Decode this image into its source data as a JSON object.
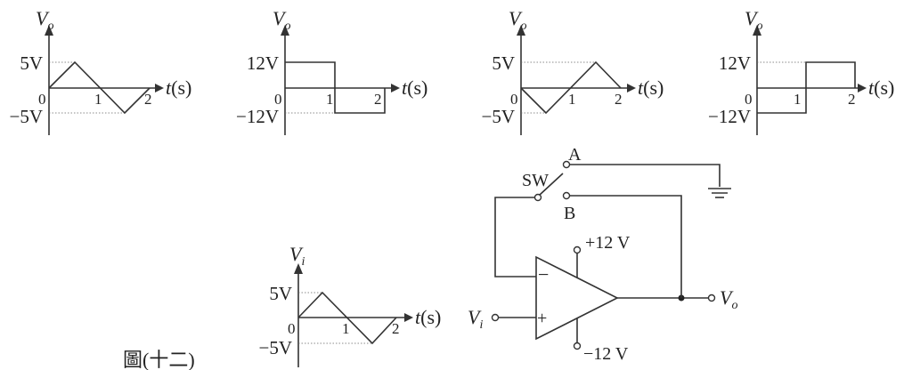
{
  "graphs": [
    {
      "id": "vo1",
      "ylabel": "V",
      "ysub": "o",
      "xlabel": "t",
      "xunit": "(s)",
      "origin": "0",
      "x1": "1",
      "x2": "2",
      "ypos": "5V",
      "yneg": "−5V",
      "shape": "tri-up"
    },
    {
      "id": "vo2",
      "ylabel": "V",
      "ysub": "o",
      "xlabel": "t",
      "xunit": "(s)",
      "origin": "0",
      "x1": "1",
      "x2": "2",
      "ypos": "12V",
      "yneg": "−12V",
      "shape": "sq-hl"
    },
    {
      "id": "vo3",
      "ylabel": "V",
      "ysub": "o",
      "xlabel": "t",
      "xunit": "(s)",
      "origin": "0",
      "x1": "1",
      "x2": "2",
      "ypos": "5V",
      "yneg": "−5V",
      "shape": "tri-down"
    },
    {
      "id": "vo4",
      "ylabel": "V",
      "ysub": "o",
      "xlabel": "t",
      "xunit": "(s)",
      "origin": "0",
      "x1": "1",
      "x2": "2",
      "ypos": "12V",
      "yneg": "−12V",
      "shape": "sq-lh"
    },
    {
      "id": "vi",
      "ylabel": "V",
      "ysub": "i",
      "xlabel": "t",
      "xunit": "(s)",
      "origin": "0",
      "x1": "1",
      "x2": "2",
      "ypos": "5V",
      "yneg": "−5V",
      "shape": "tri-up"
    }
  ],
  "circuit": {
    "switch_label": "SW",
    "node_a": "A",
    "node_b": "B",
    "vplus": "+12 V",
    "vminus": "−12 V",
    "minus_sign": "−",
    "plus_sign": "+",
    "out_label": "V",
    "out_sub": "o",
    "in_label": "V",
    "in_sub": "i"
  },
  "caption": "圖(十二)"
}
